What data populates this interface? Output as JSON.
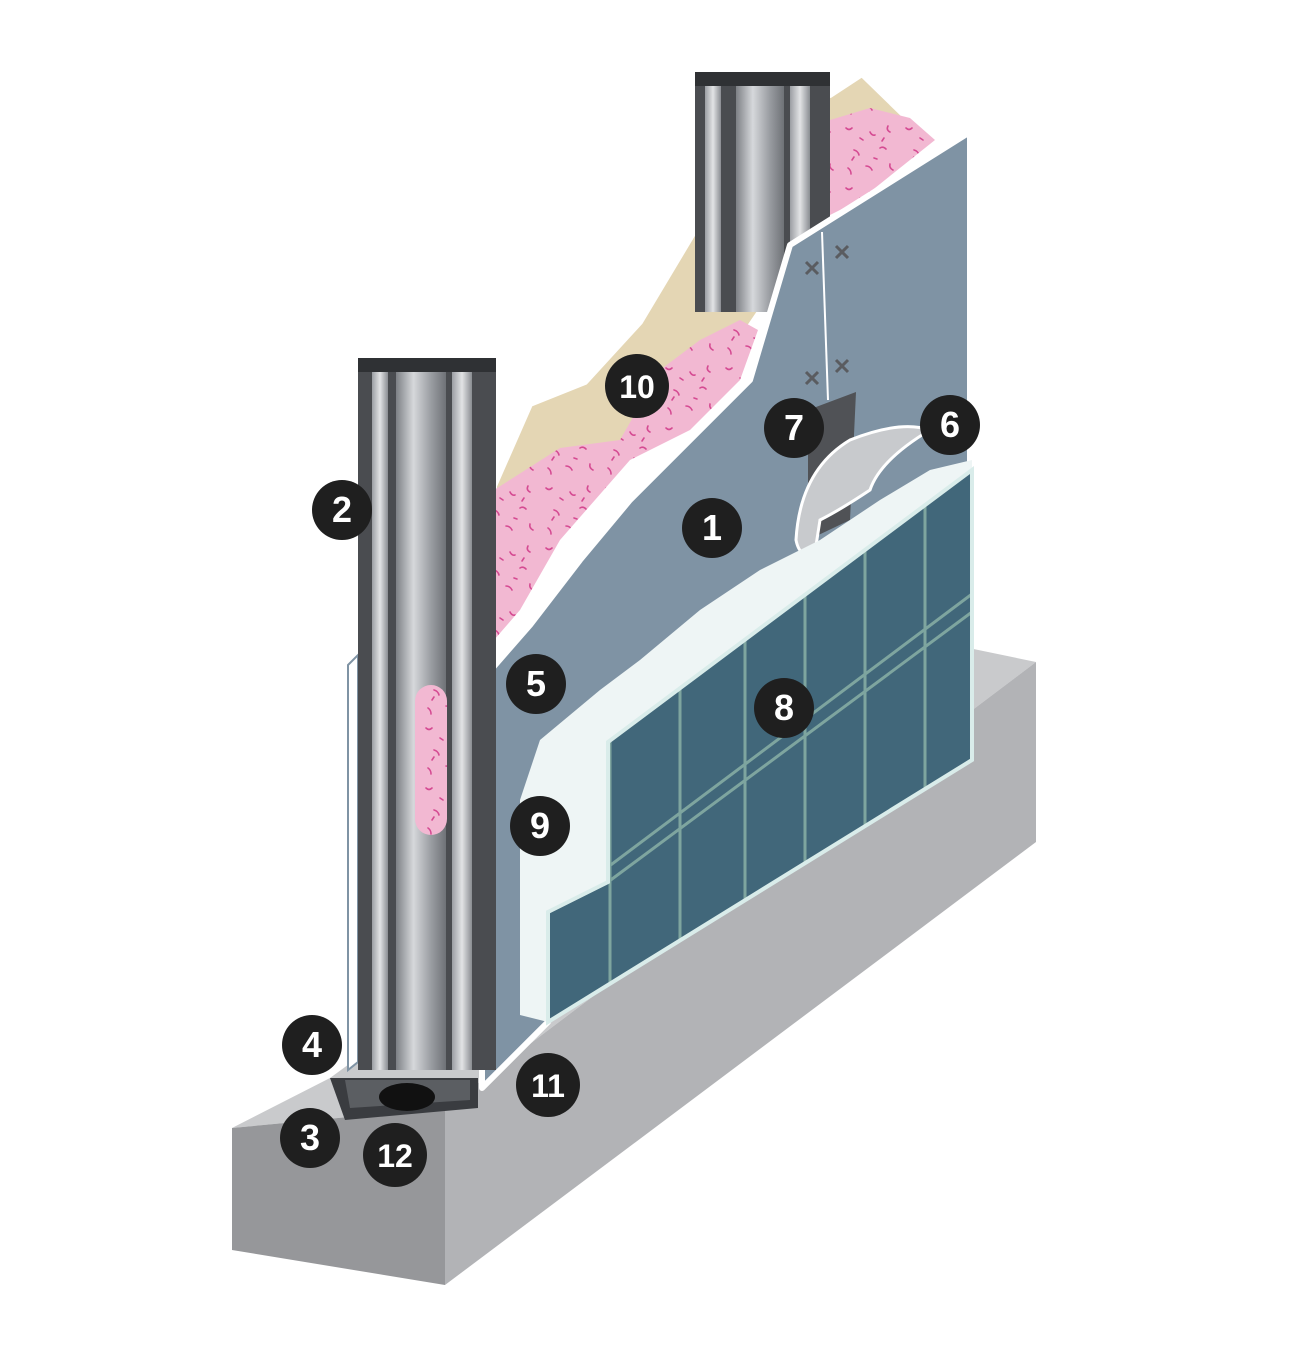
{
  "callouts": [
    {
      "id": "c1",
      "label": "1"
    },
    {
      "id": "c2",
      "label": "2"
    },
    {
      "id": "c3",
      "label": "3"
    },
    {
      "id": "c4",
      "label": "4"
    },
    {
      "id": "c5",
      "label": "5"
    },
    {
      "id": "c6",
      "label": "6"
    },
    {
      "id": "c7",
      "label": "7"
    },
    {
      "id": "c8",
      "label": "8"
    },
    {
      "id": "c9",
      "label": "9"
    },
    {
      "id": "c10",
      "label": "10"
    },
    {
      "id": "c11",
      "label": "11"
    },
    {
      "id": "c12",
      "label": "12"
    }
  ],
  "colors": {
    "concrete_top": "#c9cacc",
    "concrete_front": "#96979a",
    "concrete_side": "#b2b3b6",
    "board_face": "#7f93a4",
    "board_edge": "#ffffff",
    "insulation": "#f2b8d2",
    "insulation_fleck": "#d54a92",
    "kraft_paper": "#e4d6b4",
    "stud_dark": "#4a4c50",
    "stud_mid": "#8e9196",
    "stud_light": "#c9cbce",
    "membrane": "#eef5f5",
    "tile": "#41677a",
    "tile_grout": "#7ea59f",
    "tape": "#505256",
    "callout_fill": "#1f1f1f"
  }
}
